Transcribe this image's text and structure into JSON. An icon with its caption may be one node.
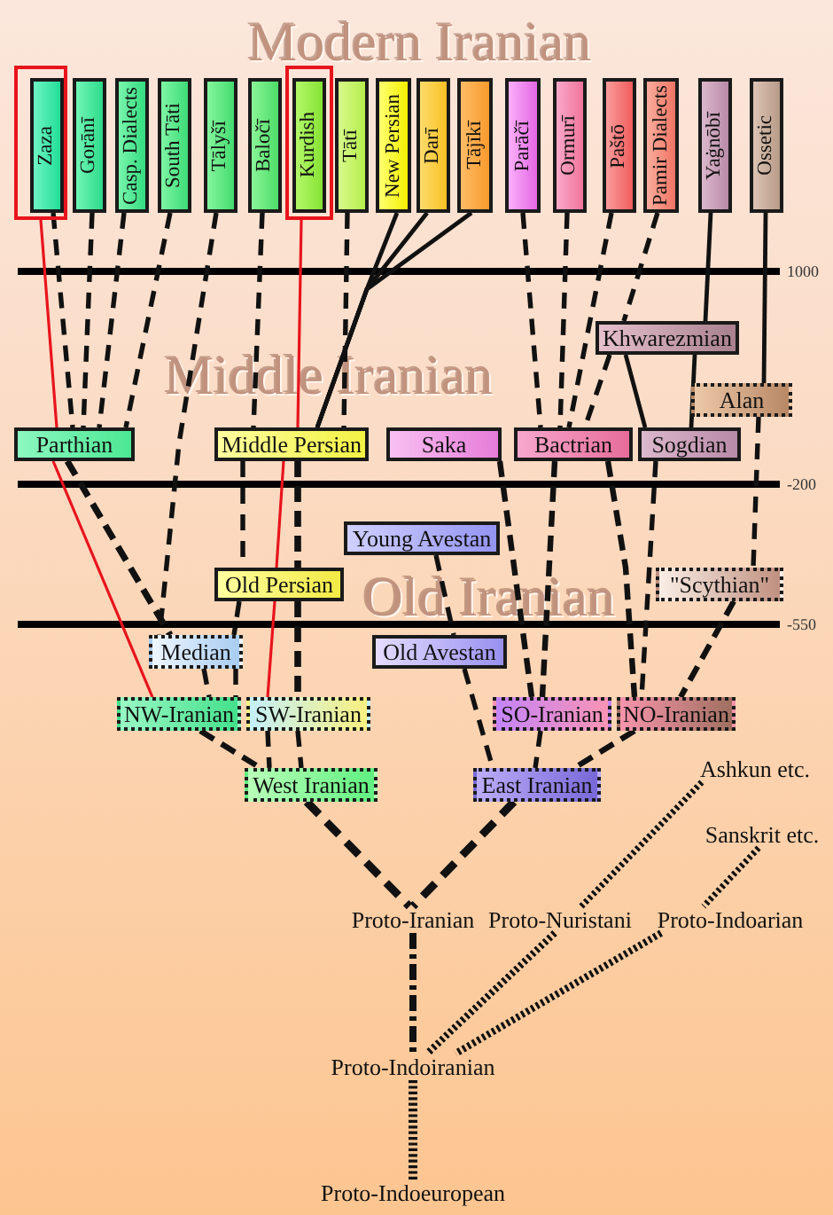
{
  "diagram": {
    "nodes": [
      {
        "text": [],
        "shape": "box"
      },
      {
        "text": [
          "Zaza"
        ],
        "in": 0
      },
      {
        "text": [
          "Gorānī"
        ]
      },
      {
        "text": [
          "Casp. Dialects"
        ]
      },
      {
        "text": [
          "South Tāti"
        ]
      },
      {
        "text": [
          "Tālyšī"
        ]
      },
      {
        "text": [
          "Baločī"
        ]
      },
      {
        "text": [],
        "shape": "box"
      },
      {
        "text": [
          "Kurdish"
        ],
        "in": 7
      },
      {
        "text": [
          "Tātī"
        ]
      },
      {
        "text": [
          "New Persian"
        ]
      },
      {
        "text": [
          "Darī"
        ]
      },
      {
        "text": [
          "Tājīkī"
        ]
      },
      {
        "text": [
          "Parāčī"
        ]
      },
      {
        "text": [
          "Ormurī"
        ]
      },
      {
        "text": [
          "Paštō"
        ]
      },
      {
        "text": [
          "Pamir Dialects"
        ]
      },
      {
        "text": [
          "Yaġnōbī"
        ]
      },
      {
        "text": [
          "Ossetic"
        ]
      },
      {
        "text": [
          "Khwarezmian"
        ]
      },
      {
        "text": [
          "Alan"
        ]
      },
      {
        "text": [
          "Parthian"
        ]
      },
      {
        "text": [
          "Middle Persian"
        ]
      },
      {
        "text": [
          "Saka"
        ]
      },
      {
        "text": [
          "Bactrian"
        ]
      },
      {
        "text": [
          "Sogdian"
        ]
      },
      {
        "text": [
          "Young Avestan"
        ]
      },
      {
        "text": [
          "Old Persian"
        ]
      },
      {
        "text": [
          "\"Scythian\""
        ]
      },
      {
        "text": [
          "Median"
        ]
      },
      {
        "text": [
          "Old Avestan"
        ]
      },
      {
        "text": [
          "NW-Iranian"
        ]
      },
      {
        "text": [
          "SW-Iranian"
        ]
      },
      {
        "text": [
          "SO-Iranian"
        ]
      },
      {
        "text": [
          "NO-Iranian"
        ]
      },
      {
        "text": [
          "West Iranian"
        ]
      },
      {
        "text": [
          "East Iranian"
        ]
      },
      {
        "text": [
          "Ashkun etc."
        ]
      },
      {
        "text": [
          "Sanskrit etc."
        ]
      },
      {
        "text": [
          "Proto-Iranian"
        ]
      },
      {
        "text": [
          "Proto-Nuristani"
        ]
      },
      {
        "text": [
          "Proto-Indoarian"
        ]
      },
      {
        "text": [
          "Proto-Indoiranian"
        ]
      },
      {
        "text": [
          "Proto-Indoeuropean"
        ]
      }
    ],
    "edges": [
      {
        "from": 1,
        "to": 21,
        "arrow": "none",
        "style": "dashed"
      },
      {
        "from": 2,
        "to": 21,
        "arrow": "none",
        "style": "dashed"
      },
      {
        "from": 3,
        "to": 21,
        "arrow": "none",
        "style": "dashed"
      },
      {
        "from": 4,
        "to": 21,
        "arrow": "none",
        "style": "dashed"
      },
      {
        "from": 5,
        "to": 29,
        "arrow": "none",
        "style": "dashed"
      },
      {
        "from": 6,
        "to": 22,
        "arrow": "none",
        "style": "dashed"
      },
      {
        "from": 9,
        "to": 22,
        "arrow": "none",
        "style": "dashed"
      },
      {
        "from": 10,
        "to": 22,
        "arrow": "none"
      },
      {
        "from": 11,
        "to": 22,
        "arrow": "none"
      },
      {
        "from": 12,
        "to": 22,
        "arrow": "none"
      },
      {
        "from": 7,
        "to": 22,
        "arrow": "none",
        "color": "#e8141c"
      },
      {
        "from": 0,
        "to": 21,
        "arrow": "none",
        "color": "#e8141c"
      },
      {
        "from": 13,
        "to": 24,
        "arrow": "none",
        "style": "dashed"
      },
      {
        "from": 14,
        "to": 24,
        "arrow": "none",
        "style": "dashed"
      },
      {
        "from": 15,
        "to": 24,
        "arrow": "none",
        "style": "dashed"
      },
      {
        "from": 16,
        "to": 19,
        "arrow": "none",
        "style": "dashed"
      },
      {
        "from": 17,
        "to": 19,
        "arrow": "none"
      },
      {
        "from": 18,
        "to": 20,
        "arrow": "none"
      },
      {
        "from": 19,
        "to": 24,
        "arrow": "none",
        "style": "dashed"
      },
      {
        "from": 19,
        "to": 25,
        "arrow": "none"
      },
      {
        "from": 19,
        "to": 25,
        "arrow": "none"
      },
      {
        "from": 20,
        "to": 28,
        "arrow": "none",
        "style": "dashed"
      },
      {
        "from": 21,
        "to": 29,
        "arrow": "none",
        "style": "dashed"
      },
      {
        "from": 21,
        "to": 31,
        "arrow": "none",
        "color": "#e8141c"
      },
      {
        "from": 22,
        "to": 27,
        "arrow": "none",
        "style": "dashed"
      },
      {
        "from": 22,
        "to": 27,
        "arrow": "none",
        "style": "dashed"
      },
      {
        "from": 22,
        "to": 27,
        "arrow": "none",
        "color": "#e8141c"
      },
      {
        "from": 27,
        "to": 29,
        "arrow": "none",
        "style": "dashed"
      },
      {
        "from": 27,
        "to": 32,
        "arrow": "none",
        "color": "#e8141c"
      },
      {
        "from": 27,
        "to": 32,
        "arrow": "none",
        "style": "dashed"
      },
      {
        "from": 29,
        "to": 31,
        "arrow": "none",
        "style": "dashed"
      },
      {
        "from": 29,
        "to": 31,
        "arrow": "none",
        "style": "dashed"
      },
      {
        "from": 23,
        "to": 33,
        "arrow": "none",
        "style": "dashed"
      },
      {
        "from": 24,
        "to": 33,
        "arrow": "none",
        "style": "dashed"
      },
      {
        "from": 24,
        "to": 34,
        "arrow": "none",
        "style": "dashed"
      },
      {
        "from": 25,
        "to": 34,
        "arrow": "none",
        "style": "dashed"
      },
      {
        "from": 28,
        "to": 34,
        "arrow": "none",
        "style": "dashed"
      },
      {
        "from": 26,
        "to": 30,
        "arrow": "none",
        "style": "dashed"
      },
      {
        "from": 30,
        "to": 36,
        "arrow": "none",
        "style": "dashed"
      },
      {
        "from": 33,
        "to": 36,
        "arrow": "none",
        "style": "dashed"
      },
      {
        "from": 34,
        "to": 36,
        "arrow": "none",
        "style": "dashed"
      },
      {
        "from": 31,
        "to": 35,
        "arrow": "none",
        "style": "dashed"
      },
      {
        "from": 32,
        "to": 35,
        "arrow": "none",
        "style": "dashed"
      },
      {
        "from": 32,
        "to": 35,
        "arrow": "none",
        "style": "dashed"
      },
      {
        "from": 35,
        "to": 39,
        "arrow": "none",
        "style": "dashed"
      },
      {
        "from": 36,
        "to": 39,
        "arrow": "none",
        "style": "dashed"
      },
      {
        "from": 39,
        "to": 42,
        "arrow": "none",
        "style": "dashed"
      },
      {
        "from": 40,
        "to": 42,
        "arrow": "none",
        "style": "dashed"
      },
      {
        "from": 41,
        "to": 42,
        "arrow": "none",
        "style": "dashed"
      },
      {
        "from": 42,
        "to": 43,
        "arrow": "none",
        "style": "dashed"
      },
      {
        "from": 37,
        "to": 40,
        "arrow": "none",
        "style": "dashed"
      },
      {
        "from": 38,
        "to": 41,
        "arrow": "none",
        "style": "dashed"
      }
    ],
    "labels": [
      "Modern Iranian",
      "1000",
      "Middle Iranian",
      "-200",
      "Old Iranian",
      "-550"
    ]
  }
}
